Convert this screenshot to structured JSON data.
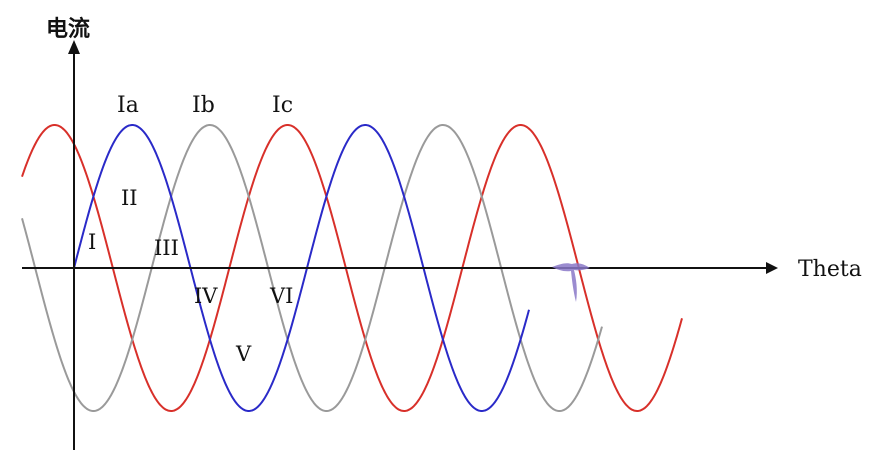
{
  "axes": {
    "y_label": "电流",
    "x_label": "Theta"
  },
  "waves": [
    {
      "name": "Ia",
      "color": "#2a2ac8"
    },
    {
      "name": "Ib",
      "color": "#9a9a9a"
    },
    {
      "name": "Ic",
      "color": "#d8302a"
    }
  ],
  "regions": [
    "I",
    "II",
    "III",
    "IV",
    "V",
    "VI"
  ],
  "colors": {
    "axis": "#111111",
    "marker": "#8a78c8"
  },
  "icons": {
    "cursor_marker": "move-cursor-icon"
  }
}
